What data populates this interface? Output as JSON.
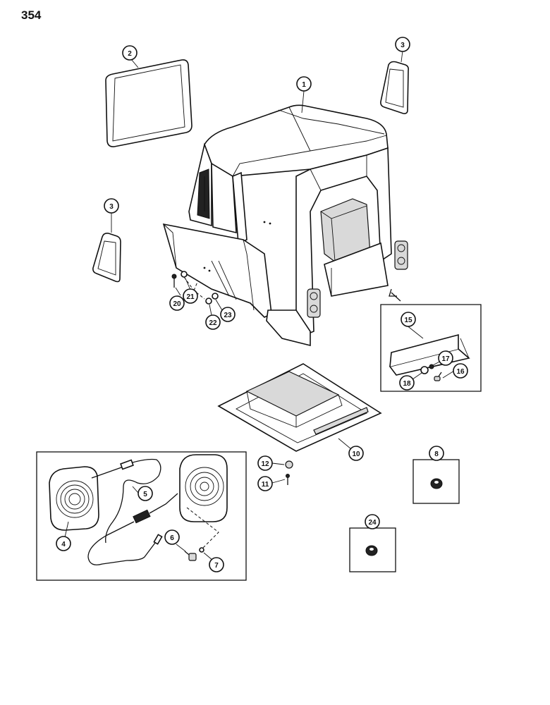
{
  "page": {
    "number": "354"
  },
  "callouts": [
    {
      "id": "c1",
      "label": "1"
    },
    {
      "id": "c2",
      "label": "2"
    },
    {
      "id": "c3a",
      "label": "3"
    },
    {
      "id": "c3b",
      "label": "3"
    },
    {
      "id": "c4",
      "label": "4"
    },
    {
      "id": "c5",
      "label": "5"
    },
    {
      "id": "c6",
      "label": "6"
    },
    {
      "id": "c7",
      "label": "7"
    },
    {
      "id": "c8",
      "label": "8"
    },
    {
      "id": "c10",
      "label": "10"
    },
    {
      "id": "c11",
      "label": "11"
    },
    {
      "id": "c12",
      "label": "12"
    },
    {
      "id": "c15",
      "label": "15"
    },
    {
      "id": "c16",
      "label": "16"
    },
    {
      "id": "c17",
      "label": "17"
    },
    {
      "id": "c18",
      "label": "18"
    },
    {
      "id": "c20",
      "label": "20"
    },
    {
      "id": "c21",
      "label": "21"
    },
    {
      "id": "c22",
      "label": "22"
    },
    {
      "id": "c23",
      "label": "23"
    },
    {
      "id": "c24",
      "label": "24"
    }
  ]
}
